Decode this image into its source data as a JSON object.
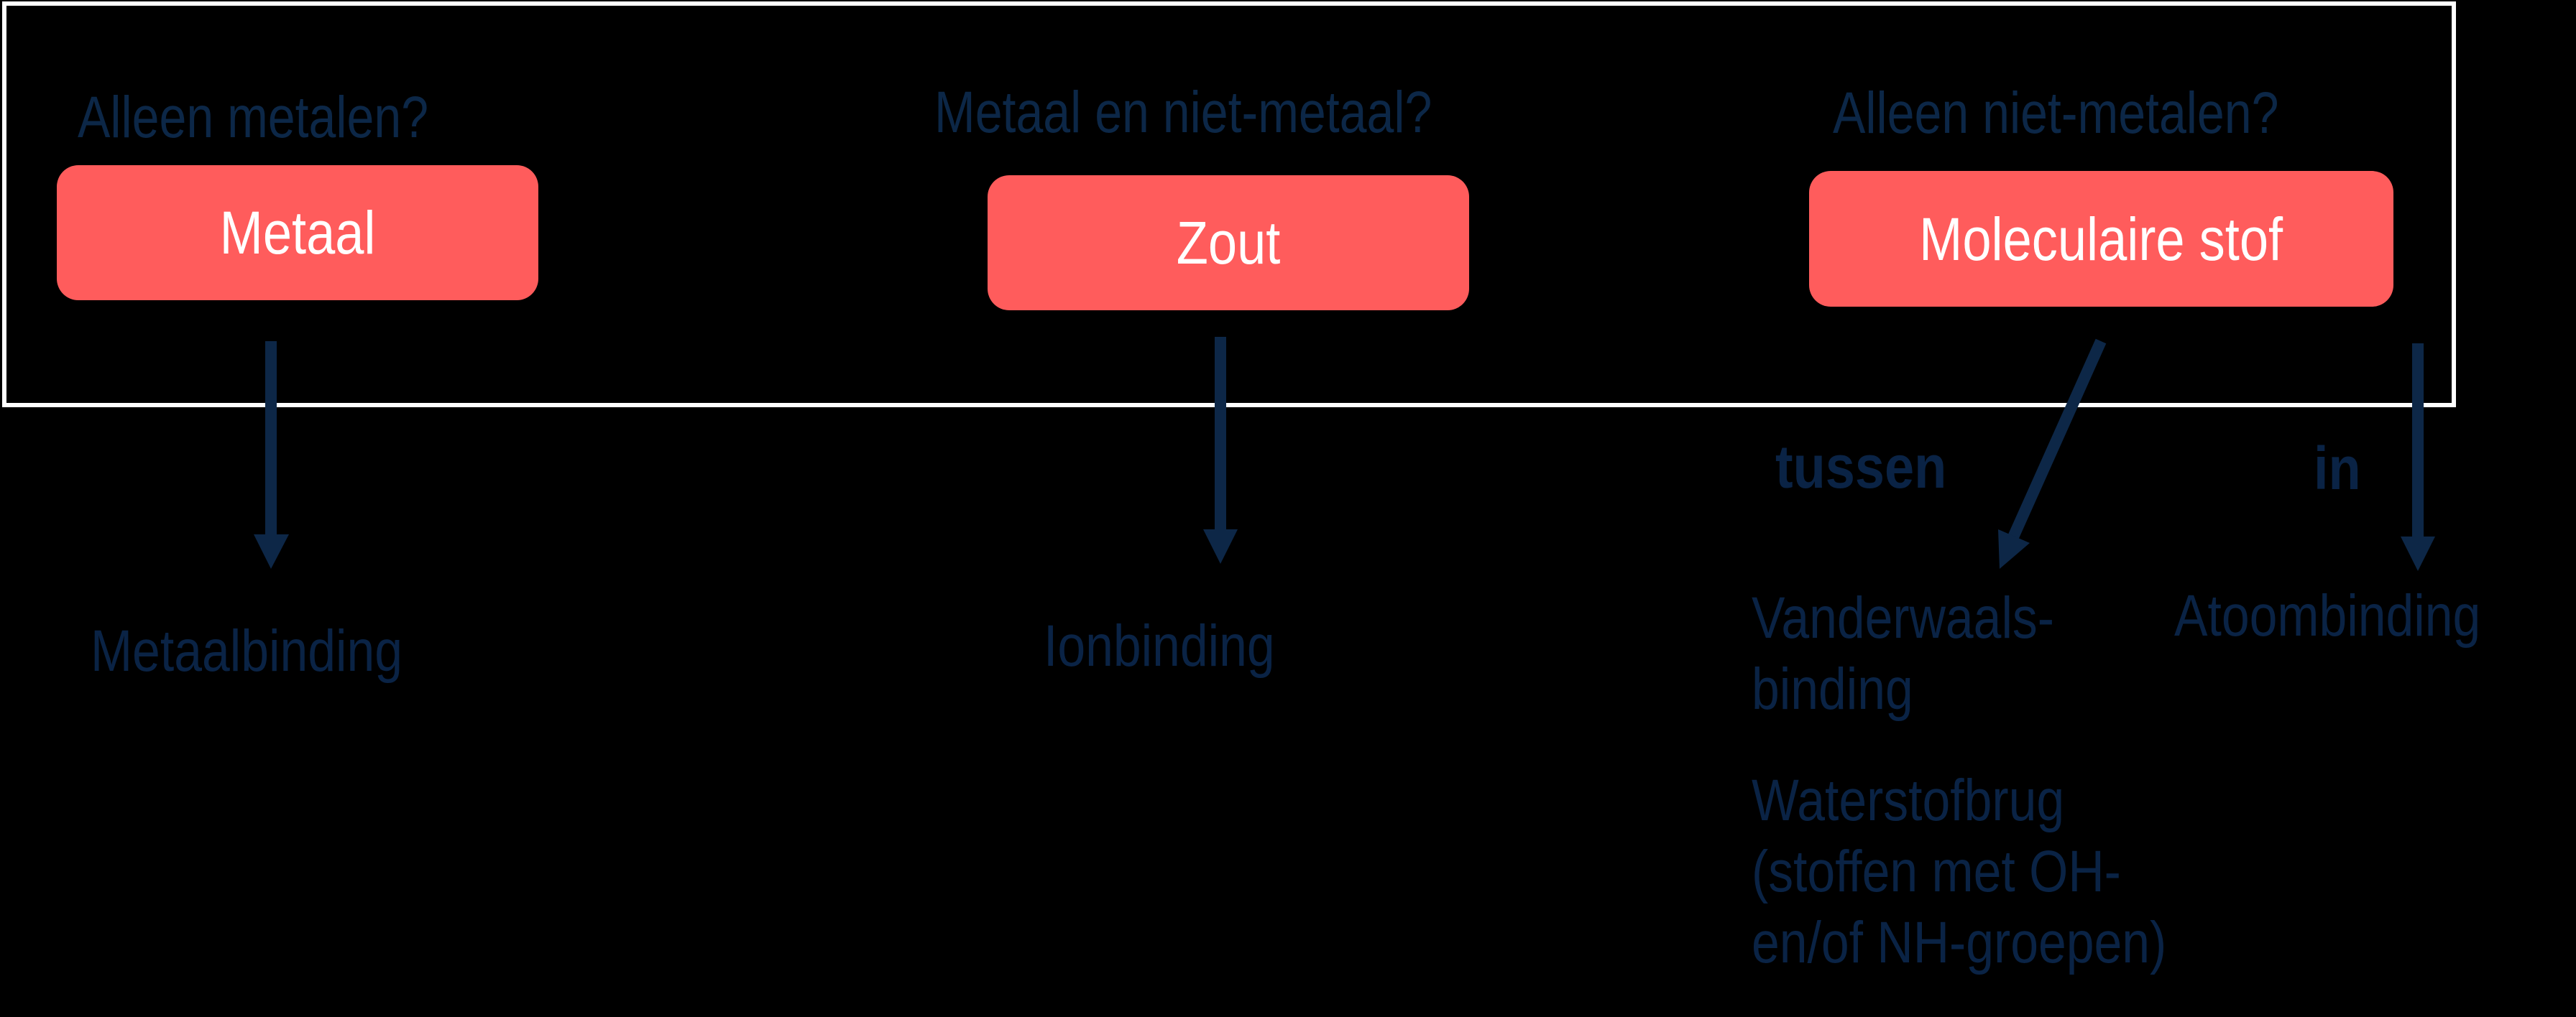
{
  "diagram": {
    "colors": {
      "background": "#000000",
      "frame": "#ffffff",
      "box_fill": "#ff5c5c",
      "box_text": "#ffffff",
      "text": "#0c2747",
      "arrow": "#0d2747"
    },
    "columns": [
      {
        "question": "Alleen metalen?",
        "substance": "Metaal",
        "bond": "Metaalbinding"
      },
      {
        "question": "Metaal en niet-metaal?",
        "substance": "Zout",
        "bond": "Ionbinding"
      },
      {
        "question": "Alleen niet-metalen?",
        "substance": "Moleculaire stof",
        "branches": [
          {
            "relation": "tussen",
            "bonds": [
              {
                "lines": [
                  "Vanderwaals-",
                  "binding"
                ]
              },
              {
                "lines": [
                  "Waterstofbrug",
                  "(stoffen met OH-",
                  "en/of NH-groepen)"
                ]
              }
            ]
          },
          {
            "relation": "in",
            "bonds": [
              {
                "lines": [
                  "Atoombinding"
                ]
              }
            ]
          }
        ]
      }
    ]
  }
}
